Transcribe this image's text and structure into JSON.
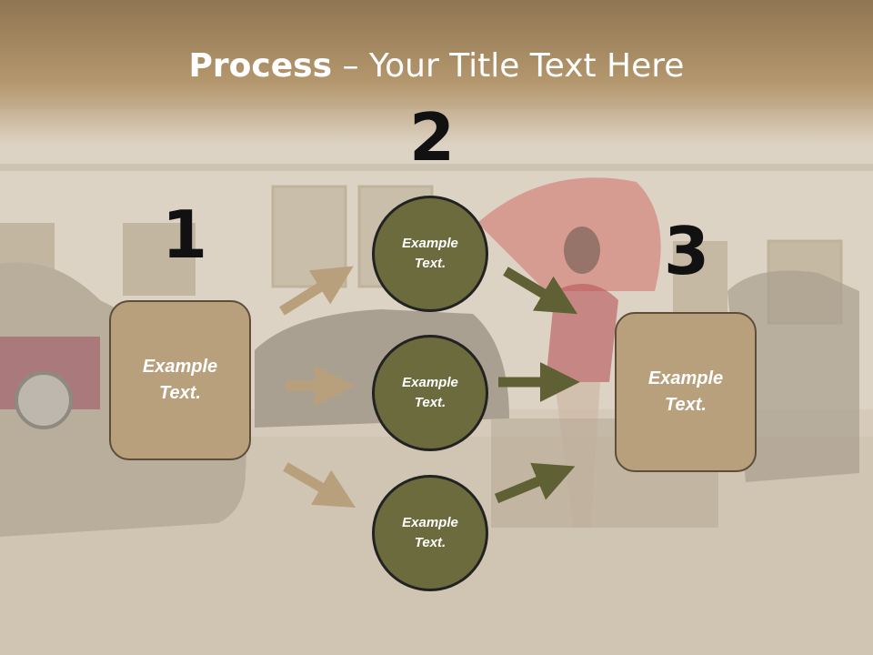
{
  "slide": {
    "title_bold": "Process",
    "title_rest": " – Your Title Text Here",
    "numbers": [
      "1",
      "2",
      "3"
    ],
    "left_box": {
      "line1": "Example",
      "line2": "Text."
    },
    "right_box": {
      "line1": "Example",
      "line2": "Text."
    },
    "circles": [
      {
        "line1": "Example",
        "line2": "Text."
      },
      {
        "line1": "Example",
        "line2": "Text."
      },
      {
        "line1": "Example",
        "line2": "Text."
      }
    ]
  },
  "colors": {
    "box_fill": "#b9a07c",
    "circle_fill": "#6b6b3d",
    "tan_arrow": "#b9a07c",
    "olive_arrow": "#5f6033"
  }
}
